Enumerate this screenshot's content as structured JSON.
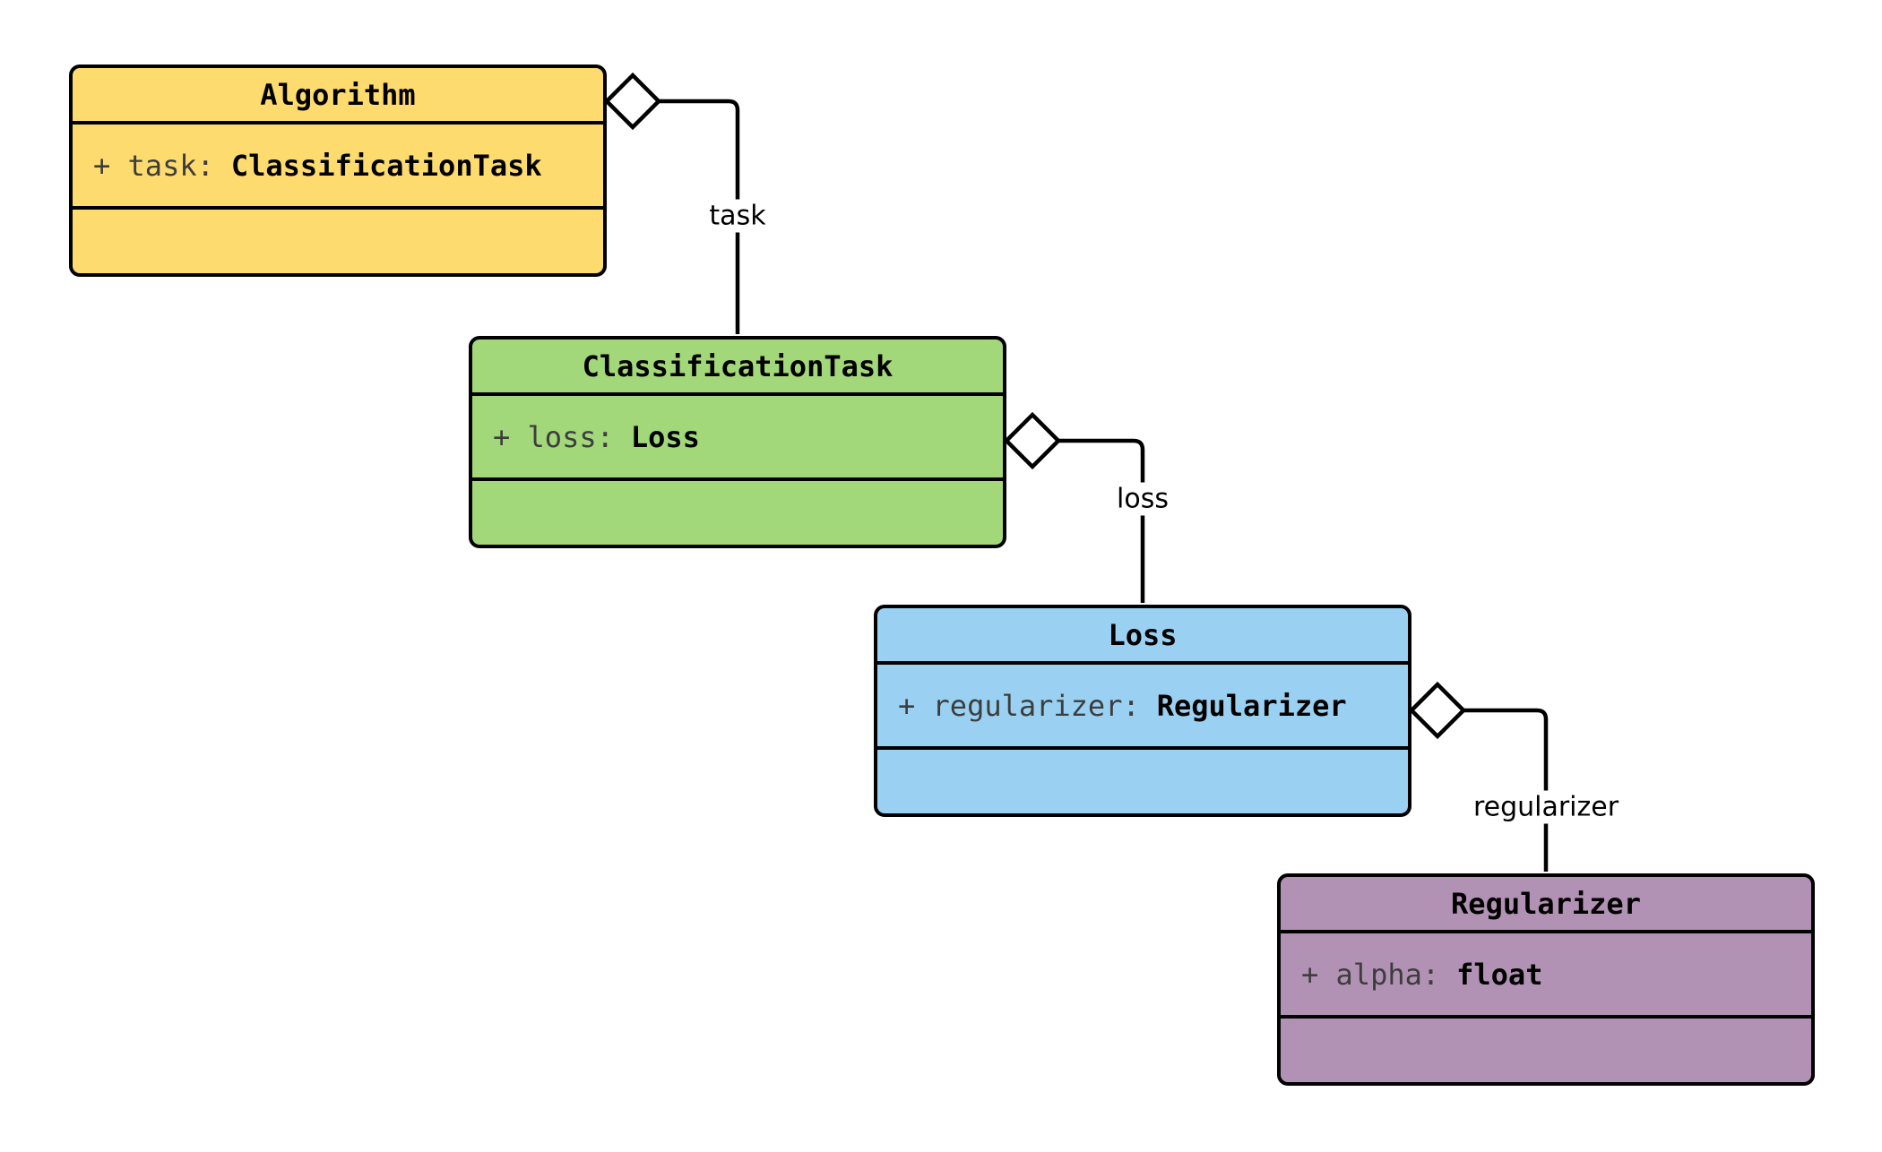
{
  "diagram": {
    "type": "uml-class-diagram",
    "background": "#ffffff",
    "line_color": "#000000",
    "attribute_name_color": "#3d3d3d",
    "classes": [
      {
        "name": "Algorithm",
        "fill": "#fedb6e",
        "attribute": {
          "label": "+ task:",
          "type": "ClassificationTask"
        }
      },
      {
        "name": "ClassificationTask",
        "fill": "#a2d77a",
        "attribute": {
          "label": "+ loss:",
          "type": "Loss"
        }
      },
      {
        "name": "Loss",
        "fill": "#9ad1f2",
        "attribute": {
          "label": "+ regularizer:",
          "type": "Regularizer"
        }
      },
      {
        "name": "Regularizer",
        "fill": "#b292b4",
        "attribute": {
          "label": "+ alpha:",
          "type": "float"
        }
      }
    ],
    "relationships": [
      {
        "label": "task",
        "kind": "aggregation",
        "from": "Algorithm",
        "to": "ClassificationTask"
      },
      {
        "label": "loss",
        "kind": "aggregation",
        "from": "ClassificationTask",
        "to": "Loss"
      },
      {
        "label": "regularizer",
        "kind": "aggregation",
        "from": "Loss",
        "to": "Regularizer"
      }
    ]
  }
}
